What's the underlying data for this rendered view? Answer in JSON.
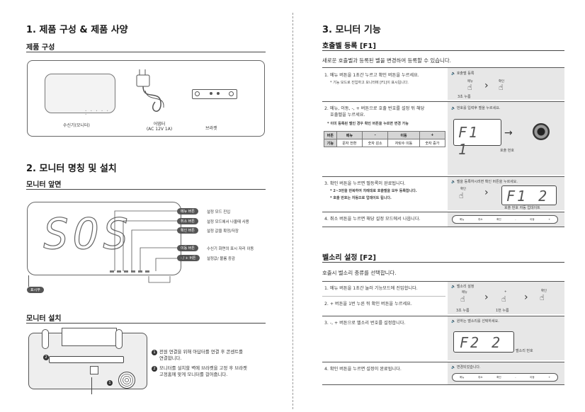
{
  "left": {
    "s1_title": "1. 제품 구성 & 제품 사양",
    "s1_sub": "제품 구성",
    "items": [
      "수신기(모니터)",
      "어댑터",
      "(AC 12V 1A)",
      "브라켓"
    ],
    "s2_title": "2. 모니터 명칭 및 설치",
    "s2_sub": "모니터 앞면",
    "display_digits": "SOS",
    "callouts": [
      {
        "tag": "메뉴 버튼",
        "desc": "설정 모드 진입"
      },
      {
        "tag": "취소 버튼",
        "desc": "설정 모드에서 나올때 사용"
      },
      {
        "tag": "확인 버튼",
        "desc": "설정 값을 확정/저장"
      },
      {
        "tag": "이동 버튼",
        "desc": "수신기 화면의 표시 자리 이동"
      },
      {
        "tag": "- / + 버튼",
        "desc": "설정값/ 볼륨 증감"
      }
    ],
    "display_tag": "표시부",
    "install_title": "모니터 설치",
    "install_steps": [
      {
        "n": "1",
        "lines": [
          "전원 연결을 위해 아답터를 연결 후 콘센트를",
          "연결합니다."
        ]
      },
      {
        "n": "2",
        "lines": [
          "모니터를 설치할 벽에 브라켓을 고정 후 브라켓",
          "고정홈에 맞게 모니터를 걸어줍니다."
        ]
      }
    ],
    "install_marks": [
      "2",
      "1"
    ]
  },
  "right": {
    "s3_title": "3. 모니터 기능",
    "f1_title": "호출벨 등록 [F1]",
    "f1_intro": "새로운 호출벨과 등록된 벨을 변경하여 등록할 수 있습니다.",
    "f1_step1": "1. 메뉴 버튼을 1초간 누르고 확인 버튼을 누르세요.",
    "f1_step1_note": "* 기능 모드로 진입하고 모니터에 [F1]이 표시됩니다.",
    "f1_step1_side": "호출벨 등록",
    "f1_step1_l1": "메뉴",
    "f1_step1_l2": "확인",
    "f1_step1_press": "3초 누름",
    "f1_step2_a": "2. 메뉴, 이동, -, + 버튼으로 호출 번호를 설정 뒤 해당",
    "f1_step2_b": "호출벨을 누르세요.",
    "f1_step2_note": "* 이미 등록된 벨인 경우 확인 버튼을 누르면 변경 가능",
    "f1_step2_side": "번호를 입력후 벨을 누르세요.",
    "f1_lcd1": "F1  1",
    "f1_lcd1_label": "호출 번호",
    "table_head": [
      "버튼",
      "메뉴",
      "-",
      "이동",
      "+"
    ],
    "table_row": [
      "기능",
      "문자 전환",
      "숫자 감소",
      "자릿수 이동",
      "숫자 증가"
    ],
    "f1_step3": "3. 확인 버튼을 누르면 벨등록이 완료됩니다.",
    "f1_step3_n1": "* 2~3번을 반복하여 차례대로 호출벨을 모두 등록합니다.",
    "f1_step3_n2": "* 호출 번호는 자동으로 업데이트 됩니다.",
    "f1_step3_side": "벨을 등록하시려면 확인 버튼을 누르세요.",
    "f1_step3_l": "확인",
    "f1_lcd2": "F1  2",
    "f1_lcd2_label": "호출 번호 자동 업데이트",
    "f1_step4": "4. 취소 버튼을 누르면 해당 설정 모드에서 나옵니다.",
    "mini_buttons": [
      "메뉴",
      "취소",
      "확인",
      "-",
      "이동",
      "+"
    ],
    "f2_title": "벨소리 설정 [F2]",
    "f2_intro": "호출시 벨소리 종류를 선택합니다.",
    "f2_step1": "1. 메뉴 버튼을 1초간 눌러 기능모드에 진입합니다.",
    "f2_step1_side": "벨소리 설정",
    "f2_step1_l1": "메뉴",
    "f2_step1_l2": "+",
    "f2_step1_l3": "확인",
    "f2_press1": "3초 누름",
    "f2_press2": "1번 누름",
    "f2_step2": "2. + 버튼을 1번 누른 뒤 확인 버튼을 누르세요.",
    "f2_step3": "3. -, + 버튼으로 벨소리 번호를 설정합니다.",
    "f2_step3_side": "원하는 벨소리를 선택하세요.",
    "f2_lcd": "F2  2",
    "f2_lcd_label": "벨소리 번호",
    "f2_step4": "4. 확인 버튼을 누르면 설정이 완료됩니다.",
    "f2_step4_side": "변경되었습니다."
  }
}
